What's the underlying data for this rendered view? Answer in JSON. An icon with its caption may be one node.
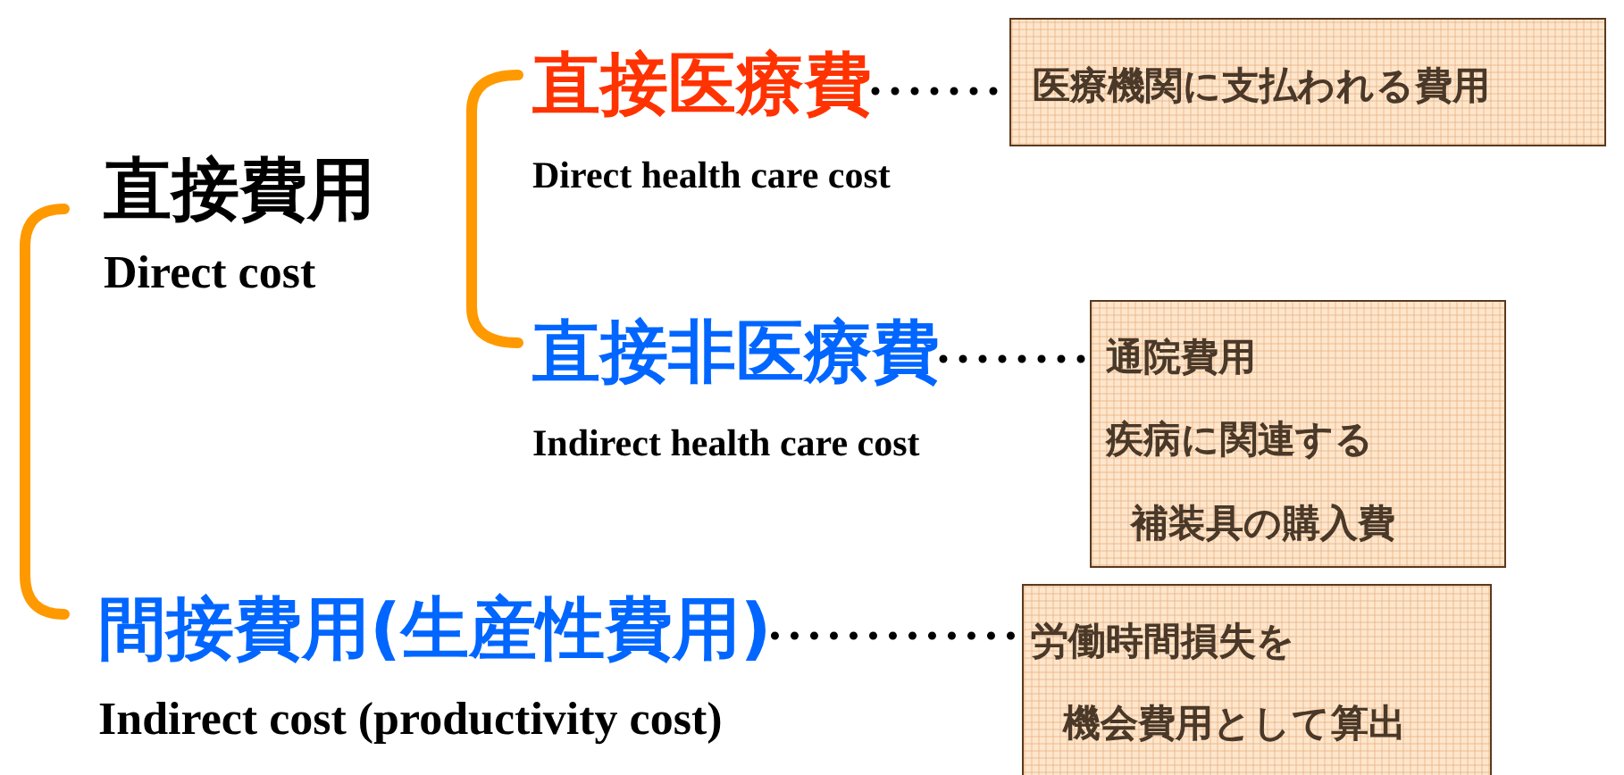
{
  "diagram": {
    "nodes": [
      {
        "text": [
          "直接費用"
        ],
        "beside": [
          "Direct cost"
        ]
      },
      {
        "text": [
          "直接医療費"
        ],
        "beside": [
          "Direct health care cost"
        ]
      },
      {
        "text": [
          "医療機関に支払われる費用"
        ]
      },
      {
        "text": [
          "直接非医療費"
        ],
        "beside": [
          "Indirect health care cost"
        ]
      },
      {
        "text": [
          "通院費用",
          "疾病に関連する",
          "補装具の購入費"
        ]
      },
      {
        "text": [
          "間接費用(生産性費用)"
        ],
        "beside": [
          "Indirect cost (productivity cost)"
        ]
      },
      {
        "text": [
          "労働時間損失を",
          "機会費用として算出"
        ]
      }
    ],
    "edges": [
      {
        "from": 1,
        "to": 2,
        "arrow": "none",
        "style": "dashed"
      },
      {
        "from": 3,
        "to": 4,
        "arrow": "none",
        "style": "dashed"
      },
      {
        "from": 5,
        "to": 6,
        "arrow": "none",
        "style": "dashed"
      }
    ]
  }
}
